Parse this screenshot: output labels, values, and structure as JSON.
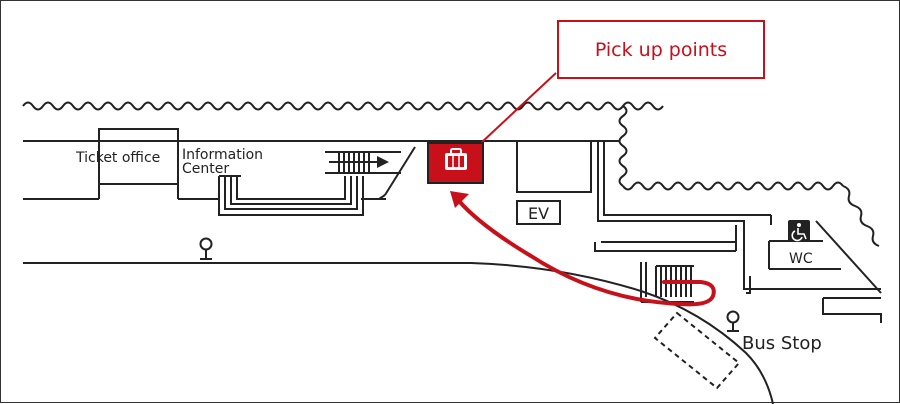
{
  "callout": {
    "label": "Pick up points"
  },
  "labels": {
    "ticket_office": "Ticket office",
    "information_line1": "Information",
    "information_line2": "Center",
    "elevator": "EV",
    "restroom": "WC",
    "bus_stop": "Bus Stop"
  },
  "icons": {
    "luggage": "luggage-icon",
    "wheelchair": "wheelchair-icon",
    "map_pin": "map-pin-icon"
  },
  "colors": {
    "accent": "#c8101b",
    "line": "#222222",
    "route": "#c8101b"
  }
}
